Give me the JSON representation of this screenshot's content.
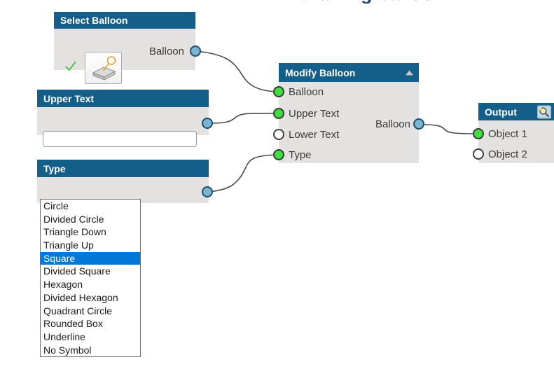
{
  "canvas": {
    "background": "#ffffff",
    "wire_color": "#4a4a4a"
  },
  "colors": {
    "node_header": "#135f8a",
    "node_body": "#e3e2e1",
    "port_connected": "#3ede3e",
    "port_output": "#7fb4d0",
    "port_empty": "#ffffff",
    "dropdown_selection": "#0078d7"
  },
  "clipped_heading": {
    "partial_text": "drawing balloon"
  },
  "nodes": {
    "select_balloon": {
      "title": "Select Balloon",
      "status": "ok-checkmark",
      "output_label": "Balloon"
    },
    "upper_text": {
      "title": "Upper Text",
      "input_value": "",
      "input_placeholder": ""
    },
    "type": {
      "title": "Type",
      "select_value": "Circle",
      "selected_option": "Square",
      "options": [
        "Circle",
        "Divided Circle",
        "Triangle Down",
        "Triangle Up",
        "Square",
        "Divided Square",
        "Hexagon",
        "Divided Hexagon",
        "Quadrant Circle",
        "Rounded Box",
        "Underline",
        "No Symbol"
      ]
    },
    "modify_balloon": {
      "title": "Modify Balloon",
      "inputs": [
        {
          "label": "Balloon",
          "connected": true
        },
        {
          "label": "Upper Text",
          "connected": true
        },
        {
          "label": "Lower Text",
          "connected": false
        },
        {
          "label": "Type",
          "connected": true
        }
      ],
      "output_label": "Balloon"
    },
    "output": {
      "title": "Output",
      "inputs": [
        {
          "label": "Object 1",
          "connected": true
        },
        {
          "label": "Object 2",
          "connected": false
        }
      ]
    }
  }
}
